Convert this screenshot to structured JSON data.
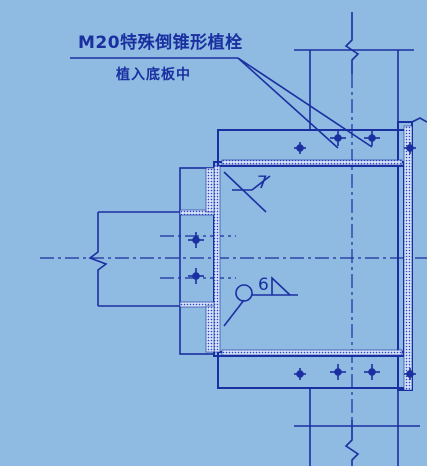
{
  "annotation": {
    "line1": "M20特殊倒锥形植栓",
    "line2": "植入底板中"
  },
  "welds": {
    "upper_size": "7",
    "lower_size": "6"
  },
  "colors": {
    "paper": "#8fbbe2",
    "ink": "#1a2fa0",
    "weld": "#3a5ad8"
  }
}
